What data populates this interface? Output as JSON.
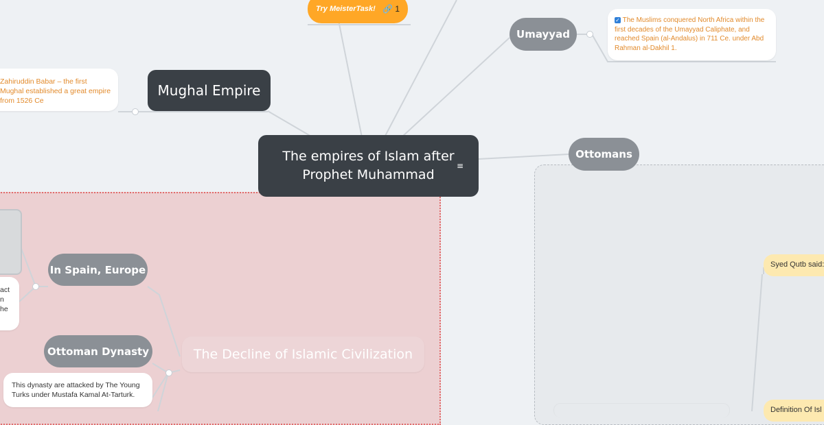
{
  "try_banner": {
    "label": "Try MeisterTask!",
    "link_count": "1"
  },
  "central": {
    "title": "The empires of Islam after Prophet Muhammad"
  },
  "nodes": {
    "mughal": "Mughal Empire",
    "umayyad": "Umayyad",
    "ottomans": "Ottomans",
    "spain": "In Spain, Europe",
    "ottoman_dynasty": "Ottoman Dynasty",
    "decline": "The Decline of Islamic Civilization"
  },
  "notes": {
    "mughal": "Zahiruddin Babar – the first Mughal established a great empire from 1526 Ce",
    "umayyad": "The Muslims conquered North Africa within the first decades of the Umayyad Caliphate, and reached Spain (al-Andalus) in 711 Ce. under Abd Rahman al-Dakhil 1.",
    "spain_partial": "act n he",
    "ottoman_dynasty": "This dynasty are attacked by The Young Turks under Mustafa Kamal At-Tarturk.",
    "syed_qutb": "Syed Qutb said:",
    "definition": "Definition Of Isl"
  },
  "colors": {
    "dark": "#3a4046",
    "grey": "#8b9096",
    "orange": "#ffa726",
    "accent_text": "#e28a2b",
    "red_region": "#ecd0d2"
  }
}
